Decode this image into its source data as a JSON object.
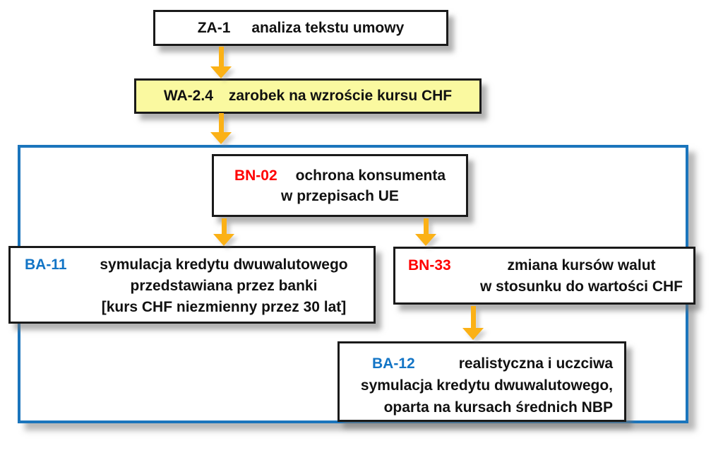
{
  "colors": {
    "node_border": "#1a1a1a",
    "text": "#111111",
    "code_red": "#ff0000",
    "code_blue": "#1375c6",
    "container_border": "#1b75bc",
    "arrow": "#fbb116",
    "highlight_bg": "#faf9a0"
  },
  "nodes": {
    "za1": {
      "code": "ZA-1",
      "text": "analiza tekstu umowy"
    },
    "wa24": {
      "code": "WA-2.4",
      "text": "zarobek na wzroście kursu CHF"
    },
    "bn02": {
      "code": "BN-02",
      "line1": "ochrona konsumenta",
      "line2": "w przepisach UE"
    },
    "ba11": {
      "code": "BA-11",
      "line1": "symulacja kredytu dwuwalutowego",
      "line2": "przedstawiana przez banki",
      "line3": "[kurs CHF niezmienny przez 30 lat]"
    },
    "bn33": {
      "code": "BN-33",
      "line1": "zmiana kursów walut",
      "line2": "w stosunku do wartości CHF"
    },
    "ba12": {
      "code": "BA-12",
      "line1": "realistyczna i uczciwa",
      "line2": "symulacja kredytu dwuwalutowego,",
      "line3": "oparta na kursach średnich NBP"
    }
  },
  "edges": [
    {
      "from": "za1",
      "to": "wa24"
    },
    {
      "from": "wa24",
      "to": "bn02"
    },
    {
      "from": "bn02",
      "to": "ba11"
    },
    {
      "from": "bn02",
      "to": "bn33"
    },
    {
      "from": "bn33",
      "to": "ba12"
    }
  ]
}
